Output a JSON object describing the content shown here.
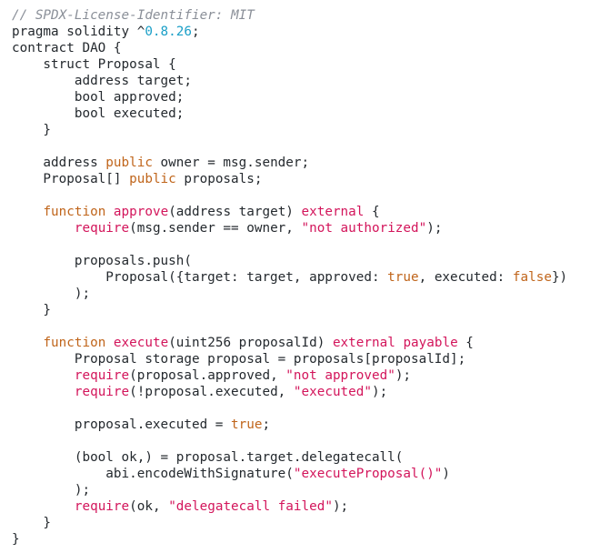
{
  "colors": {
    "background": "#ffffff",
    "plain": "#24292e",
    "comment": "#8a8f98",
    "keyword": "#c0651b",
    "builtin": "#d3155b",
    "string": "#d3155b",
    "number": "#1a9fc7"
  },
  "code": {
    "lines": [
      [
        {
          "t": "// SPDX-License-Identifier: MIT",
          "k": "comment"
        }
      ],
      [
        {
          "t": "pragma solidity ^",
          "k": "plain"
        },
        {
          "t": "0.8.26",
          "k": "number"
        },
        {
          "t": ";",
          "k": "plain"
        }
      ],
      [
        {
          "t": "contract DAO {",
          "k": "plain"
        }
      ],
      [
        {
          "t": "    struct Proposal {",
          "k": "plain"
        }
      ],
      [
        {
          "t": "        address target;",
          "k": "plain"
        }
      ],
      [
        {
          "t": "        bool approved;",
          "k": "plain"
        }
      ],
      [
        {
          "t": "        bool executed;",
          "k": "plain"
        }
      ],
      [
        {
          "t": "    }",
          "k": "plain"
        }
      ],
      [],
      [
        {
          "t": "    address ",
          "k": "plain"
        },
        {
          "t": "public",
          "k": "keyword"
        },
        {
          "t": " owner = msg.sender;",
          "k": "plain"
        }
      ],
      [
        {
          "t": "    Proposal[] ",
          "k": "plain"
        },
        {
          "t": "public",
          "k": "keyword"
        },
        {
          "t": " proposals;",
          "k": "plain"
        }
      ],
      [],
      [
        {
          "t": "    ",
          "k": "plain"
        },
        {
          "t": "function",
          "k": "keyword"
        },
        {
          "t": " ",
          "k": "plain"
        },
        {
          "t": "approve",
          "k": "builtin"
        },
        {
          "t": "(address target) ",
          "k": "plain"
        },
        {
          "t": "external",
          "k": "builtin"
        },
        {
          "t": " {",
          "k": "plain"
        }
      ],
      [
        {
          "t": "        ",
          "k": "plain"
        },
        {
          "t": "require",
          "k": "builtin"
        },
        {
          "t": "(msg.sender == owner, ",
          "k": "plain"
        },
        {
          "t": "\"not authorized\"",
          "k": "string"
        },
        {
          "t": ");",
          "k": "plain"
        }
      ],
      [],
      [
        {
          "t": "        proposals.push(",
          "k": "plain"
        }
      ],
      [
        {
          "t": "            Proposal({target: target, approved: ",
          "k": "plain"
        },
        {
          "t": "true",
          "k": "keyword"
        },
        {
          "t": ", executed: ",
          "k": "plain"
        },
        {
          "t": "false",
          "k": "keyword"
        },
        {
          "t": "})",
          "k": "plain"
        }
      ],
      [
        {
          "t": "        );",
          "k": "plain"
        }
      ],
      [
        {
          "t": "    }",
          "k": "plain"
        }
      ],
      [],
      [
        {
          "t": "    ",
          "k": "plain"
        },
        {
          "t": "function",
          "k": "keyword"
        },
        {
          "t": " ",
          "k": "plain"
        },
        {
          "t": "execute",
          "k": "builtin"
        },
        {
          "t": "(uint256 proposalId) ",
          "k": "plain"
        },
        {
          "t": "external",
          "k": "builtin"
        },
        {
          "t": " ",
          "k": "plain"
        },
        {
          "t": "payable",
          "k": "builtin"
        },
        {
          "t": " {",
          "k": "plain"
        }
      ],
      [
        {
          "t": "        Proposal storage proposal = proposals[proposalId];",
          "k": "plain"
        }
      ],
      [
        {
          "t": "        ",
          "k": "plain"
        },
        {
          "t": "require",
          "k": "builtin"
        },
        {
          "t": "(proposal.approved, ",
          "k": "plain"
        },
        {
          "t": "\"not approved\"",
          "k": "string"
        },
        {
          "t": ");",
          "k": "plain"
        }
      ],
      [
        {
          "t": "        ",
          "k": "plain"
        },
        {
          "t": "require",
          "k": "builtin"
        },
        {
          "t": "(!proposal.executed, ",
          "k": "plain"
        },
        {
          "t": "\"executed\"",
          "k": "string"
        },
        {
          "t": ");",
          "k": "plain"
        }
      ],
      [],
      [
        {
          "t": "        proposal.executed = ",
          "k": "plain"
        },
        {
          "t": "true",
          "k": "keyword"
        },
        {
          "t": ";",
          "k": "plain"
        }
      ],
      [],
      [
        {
          "t": "        (bool ok,) = proposal.target.delegatecall(",
          "k": "plain"
        }
      ],
      [
        {
          "t": "            abi.encodeWithSignature(",
          "k": "plain"
        },
        {
          "t": "\"executeProposal()\"",
          "k": "string"
        },
        {
          "t": ")",
          "k": "plain"
        }
      ],
      [
        {
          "t": "        );",
          "k": "plain"
        }
      ],
      [
        {
          "t": "        ",
          "k": "plain"
        },
        {
          "t": "require",
          "k": "builtin"
        },
        {
          "t": "(ok, ",
          "k": "plain"
        },
        {
          "t": "\"delegatecall failed\"",
          "k": "string"
        },
        {
          "t": ");",
          "k": "plain"
        }
      ],
      [
        {
          "t": "    }",
          "k": "plain"
        }
      ],
      [
        {
          "t": "}",
          "k": "plain"
        }
      ]
    ]
  }
}
